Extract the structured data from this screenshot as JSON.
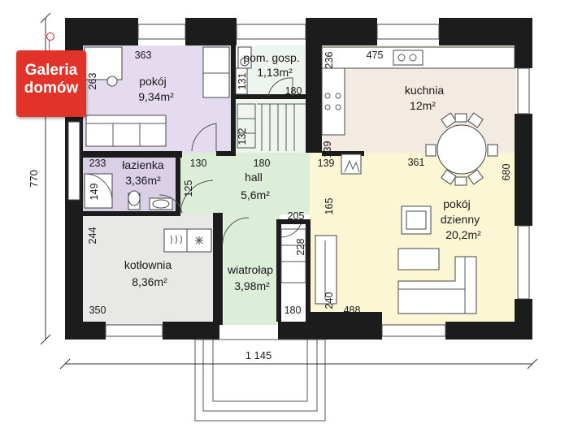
{
  "logo": {
    "line1": "Galeria",
    "line2": "domów"
  },
  "rooms": {
    "pokoj": {
      "name": "pokój",
      "area": "9,34m²"
    },
    "pom_gosp": {
      "name": "pom. gosp.",
      "area": "1,13m²"
    },
    "kuchnia": {
      "name": "kuchnia",
      "area": "12m²"
    },
    "lazienka": {
      "name": "łazienka",
      "area": "3,36m²"
    },
    "hall": {
      "name": "hall",
      "area": "5,6m²"
    },
    "pokoj_dzienny": {
      "name1": "pokój",
      "name2": "dzienny",
      "area": "20,2m²"
    },
    "kotlownia": {
      "name": "kotłownia",
      "area": "8,36m²"
    },
    "wiatrolap": {
      "name": "wiatrołap",
      "area": "3,98m²"
    }
  },
  "dims": {
    "d363": "363",
    "d263": "263",
    "d131": "131",
    "d180a": "180",
    "d236": "236",
    "d475": "475",
    "d132": "132",
    "d233": "233",
    "d130": "130",
    "d180b": "180",
    "d139a": "139",
    "d139b": "139",
    "d361": "361",
    "d680": "680",
    "d149": "149",
    "d125": "125",
    "d205": "205",
    "d165": "165",
    "d244": "244",
    "d228": "228",
    "d240": "240",
    "d488": "488",
    "d350": "350",
    "d180c": "180",
    "d770": "770",
    "d1145": "1 145"
  }
}
